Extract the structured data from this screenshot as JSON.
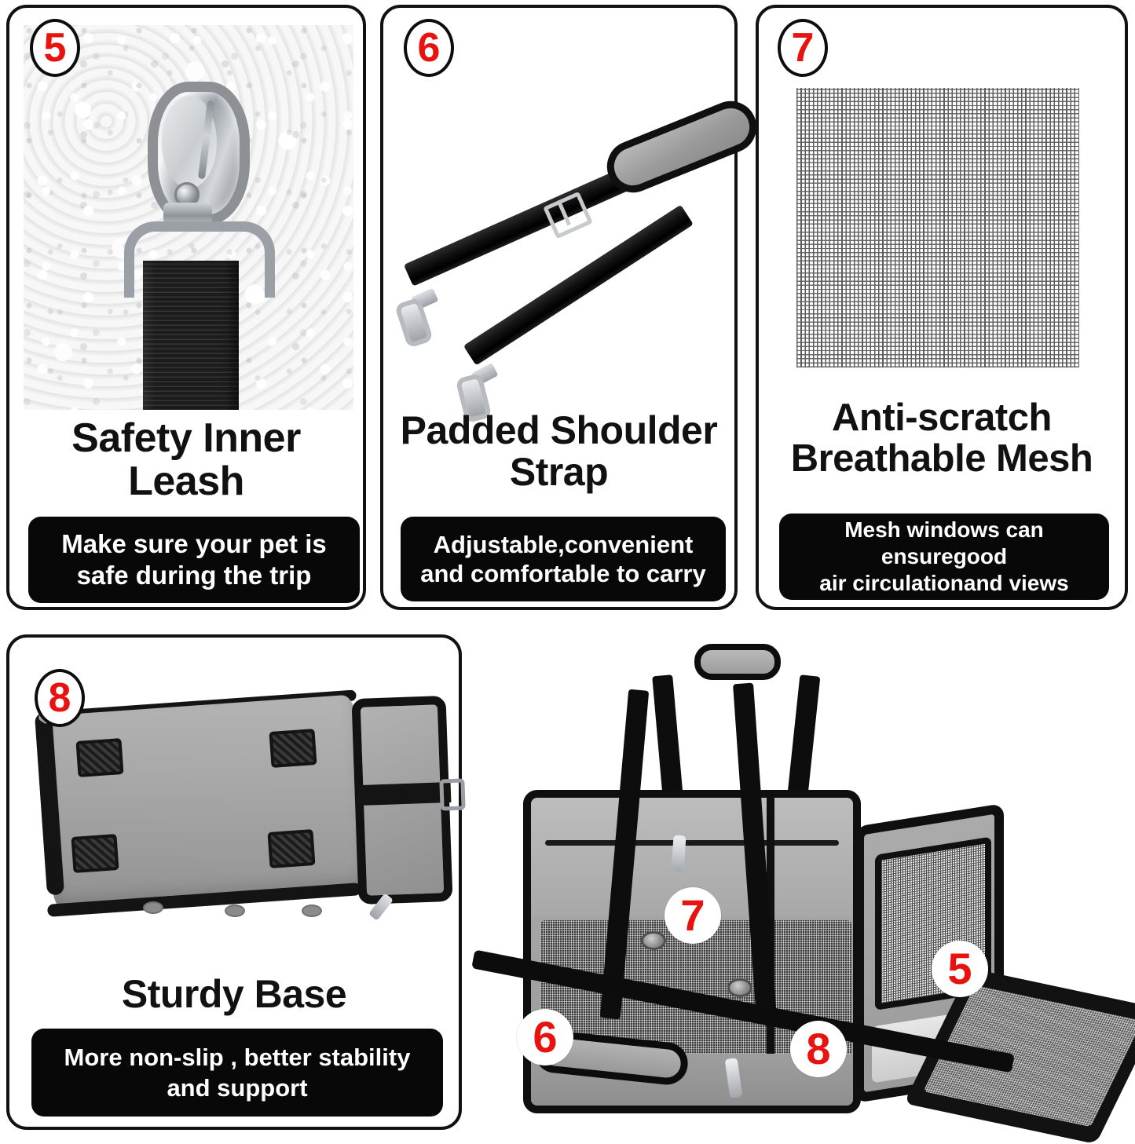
{
  "features": [
    {
      "number": "5",
      "title": "Safety Inner Leash",
      "caption_line1": "Make sure your pet is",
      "caption_line2": "safe during the trip",
      "image_alt": "swivel-snap-hook-on-fleece"
    },
    {
      "number": "6",
      "title_line1": "Padded Shoulder",
      "title_line2": "Strap",
      "caption_line1": "Adjustable,convenient",
      "caption_line2": "and comfortable to carry",
      "image_alt": "black-adjustable-shoulder-strap"
    },
    {
      "number": "7",
      "title_line1": "Anti-scratch",
      "title_line2": "Breathable Mesh",
      "caption_line1": "Mesh windows can",
      "caption_line2": "ensuregood",
      "caption_line3": "air circulationand views",
      "image_alt": "fine-grid-mesh-swatch"
    },
    {
      "number": "8",
      "title": "Sturdy Base",
      "caption_line1": "More non-slip , better stability",
      "caption_line2": "and support",
      "image_alt": "carrier-underside-with-rubber-feet"
    }
  ],
  "hero": {
    "image_alt": "grey-black-soft-sided-pet-carrier",
    "callouts": [
      {
        "number": "7",
        "target": "mesh-window"
      },
      {
        "number": "5",
        "target": "inner-leash"
      },
      {
        "number": "6",
        "target": "shoulder-strap"
      },
      {
        "number": "8",
        "target": "sturdy-base"
      }
    ]
  },
  "colors": {
    "badge_red": "#e8130f",
    "caption_background": "#080808",
    "caption_text": "#ffffff",
    "panel_border": "#111111",
    "page_background": "#ffffff"
  }
}
